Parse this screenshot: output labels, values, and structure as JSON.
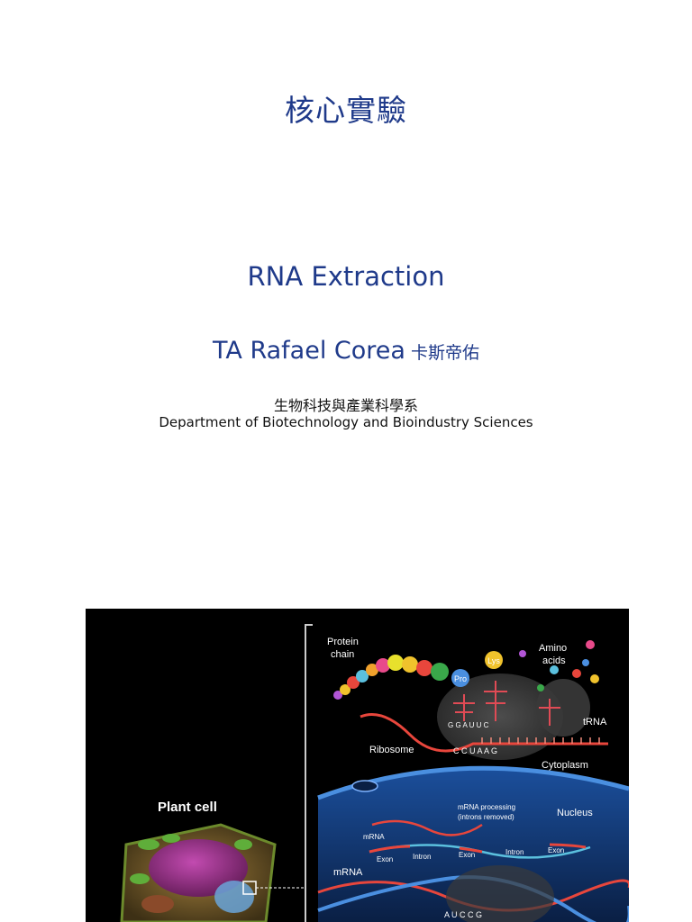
{
  "slide": {
    "title": "核心實驗",
    "subtitle": "RNA Extraction",
    "ta_name": "TA Rafael Corea",
    "ta_name_cn": "卡斯帝佑",
    "dept_cn": "生物科技與產業科學系",
    "dept_en": "Department of Biotechnology and Bioindustry Sciences"
  },
  "figure": {
    "labels": {
      "protein_chain_line1": "Protein",
      "protein_chain_line2": "chain",
      "amino_line1": "Amino",
      "amino_line2": "acids",
      "pro": "Pro",
      "lys": "Lys",
      "trna": "tRNA",
      "ribosome": "Ribosome",
      "cytoplasm": "Cytoplasm",
      "nucleus": "Nucleus",
      "plant_cell": "Plant cell",
      "mrna_processing_line1": "mRNA processing",
      "mrna_processing_line2": "(introns removed)",
      "mrna_small": "mRNA",
      "mrna_large": "mRNA",
      "exon_1": "Exon",
      "intron_1": "Intron",
      "exon_2": "Exon",
      "intron_2": "Intron",
      "exon_3": "Exon",
      "anticodon": "G G A    U U C",
      "codon": "C C U A A G",
      "dna_letters": "A U C C G"
    }
  }
}
